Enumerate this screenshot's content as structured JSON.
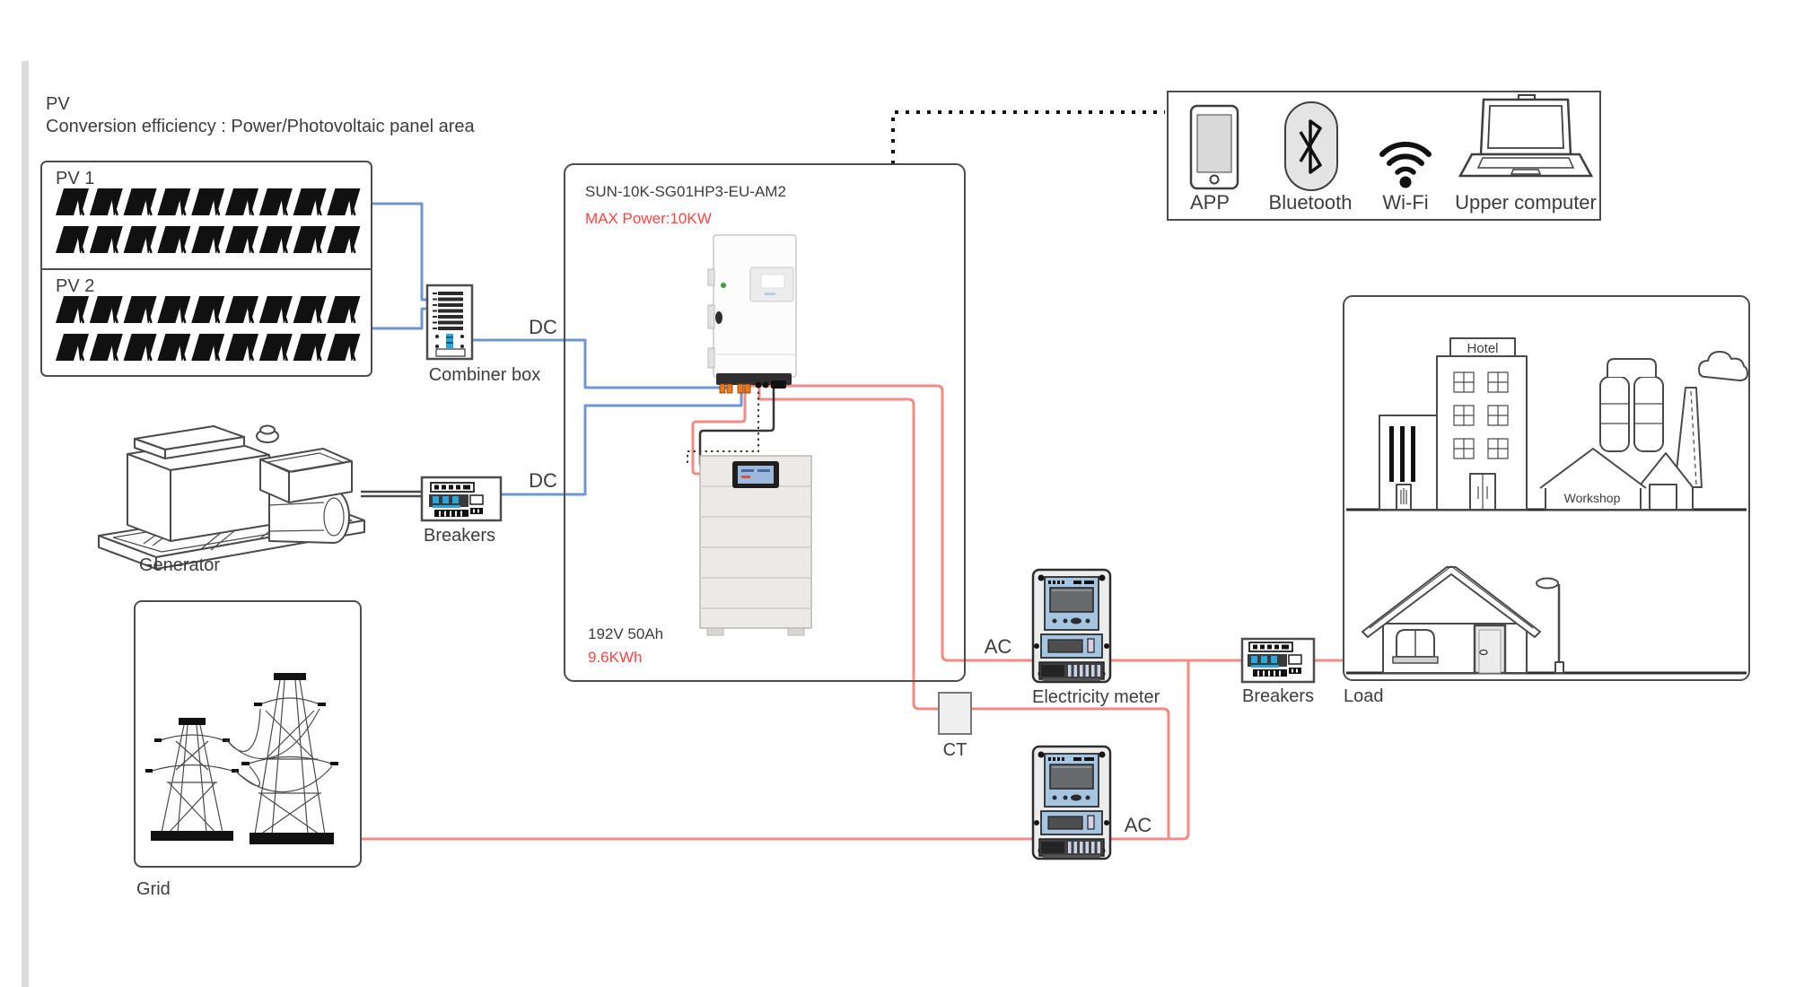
{
  "colors": {
    "dc_wire": "#6f95d3",
    "ac_wire": "#f28b85",
    "accent_red": "#ff4444",
    "outline": "#4d4d4d",
    "text": "#3d3d3d",
    "meter_blue": "#a6c5e0",
    "breaker_blue": "#28a7dc"
  },
  "pv_section": {
    "title": "PV",
    "subtitle": "Conversion efficiency : Power/Photovoltaic panel area",
    "array1_label": "PV 1",
    "array2_label": "PV 2",
    "panels_per_row": 9,
    "rows_per_array": 2
  },
  "combiner": {
    "label": "Combiner box",
    "dc_label": "DC"
  },
  "generator": {
    "label": "Generator",
    "breakers_label": "Breakers",
    "dc_label": "DC"
  },
  "grid": {
    "label": "Grid"
  },
  "inverter": {
    "model": "SUN-10K-SG01HP3-EU-AM2",
    "max_power": "MAX Power:10KW"
  },
  "battery": {
    "spec": "192V 50Ah",
    "capacity": "9.6KWh"
  },
  "metering": {
    "ac_label_top": "AC",
    "ac_label_bottom": "AC",
    "ct_label": "CT",
    "meter_label": "Electricity meter",
    "breakers_label": "Breakers"
  },
  "load_area": {
    "label": "Load",
    "hotel_sign": "Hotel",
    "workshop_sign": "Workshop"
  },
  "connectivity": {
    "items": [
      {
        "label": "APP",
        "icon": "smartphone-icon"
      },
      {
        "label": "Bluetooth",
        "icon": "bluetooth-icon"
      },
      {
        "label": "Wi-Fi",
        "icon": "wifi-icon"
      },
      {
        "label": "Upper computer",
        "icon": "laptop-icon"
      }
    ]
  }
}
